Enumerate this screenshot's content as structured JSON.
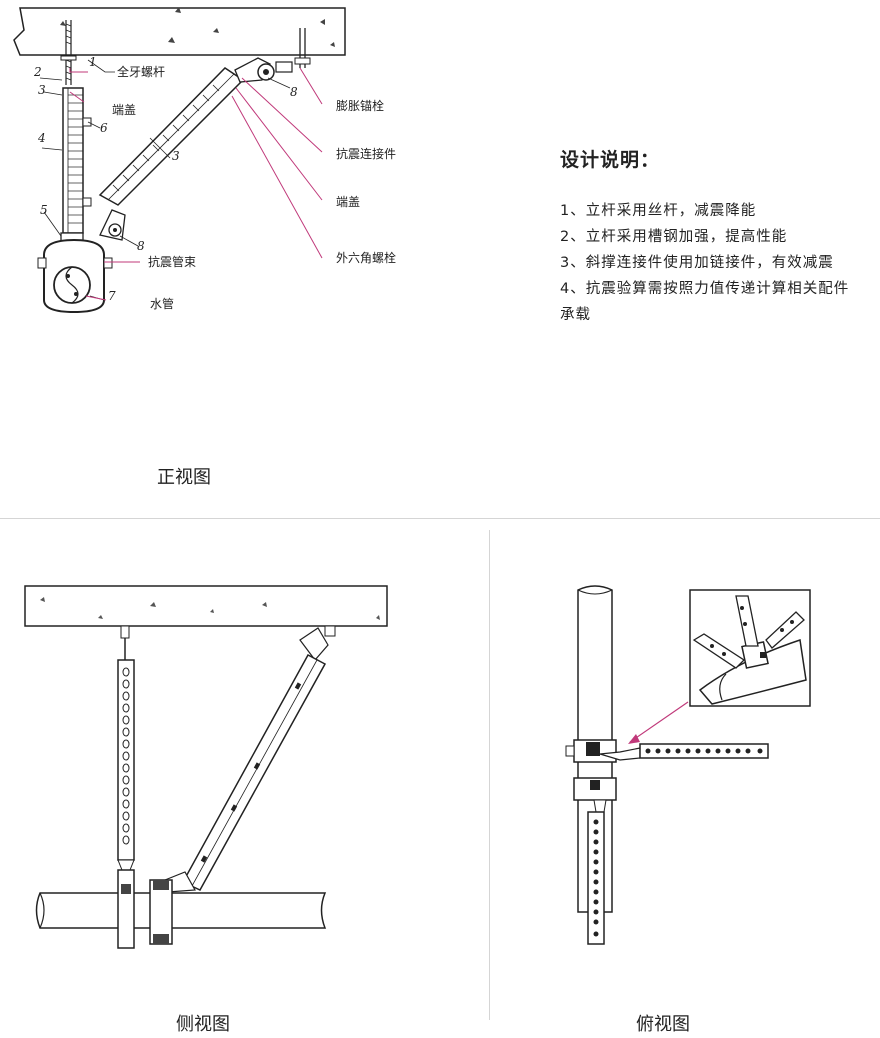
{
  "front_view": {
    "title": "正视图",
    "callouts": [
      {
        "num": "1",
        "label": "全牙螺杆"
      },
      {
        "num": "2",
        "label": ""
      },
      {
        "num": "3",
        "label": "端盖"
      },
      {
        "num": "4",
        "label": ""
      },
      {
        "num": "5",
        "label": ""
      },
      {
        "num": "6",
        "label": ""
      },
      {
        "num": "7",
        "label": "水管"
      },
      {
        "num": "8",
        "label": "抗震管束"
      }
    ],
    "right_labels": {
      "num_3": "3",
      "num_8": "8",
      "anchor": "膨胀锚栓",
      "connector": "抗震连接件",
      "end_cap": "端盖",
      "hex_bolt": "外六角螺栓"
    }
  },
  "design_notes": {
    "title": "设计说明：",
    "items": [
      "1、立杆采用丝杆，减震降能",
      "2、立杆采用槽钢加强，提高性能",
      "3、斜撑连接件使用加链接件，有效减震",
      "4、抗震验算需按照力值传递计算相关配件承载"
    ]
  },
  "side_view": {
    "title": "侧视图"
  },
  "top_view": {
    "title": "俯视图"
  },
  "colors": {
    "line": "#222222",
    "leader": "#c0397a",
    "divider": "#d5d5d5"
  }
}
